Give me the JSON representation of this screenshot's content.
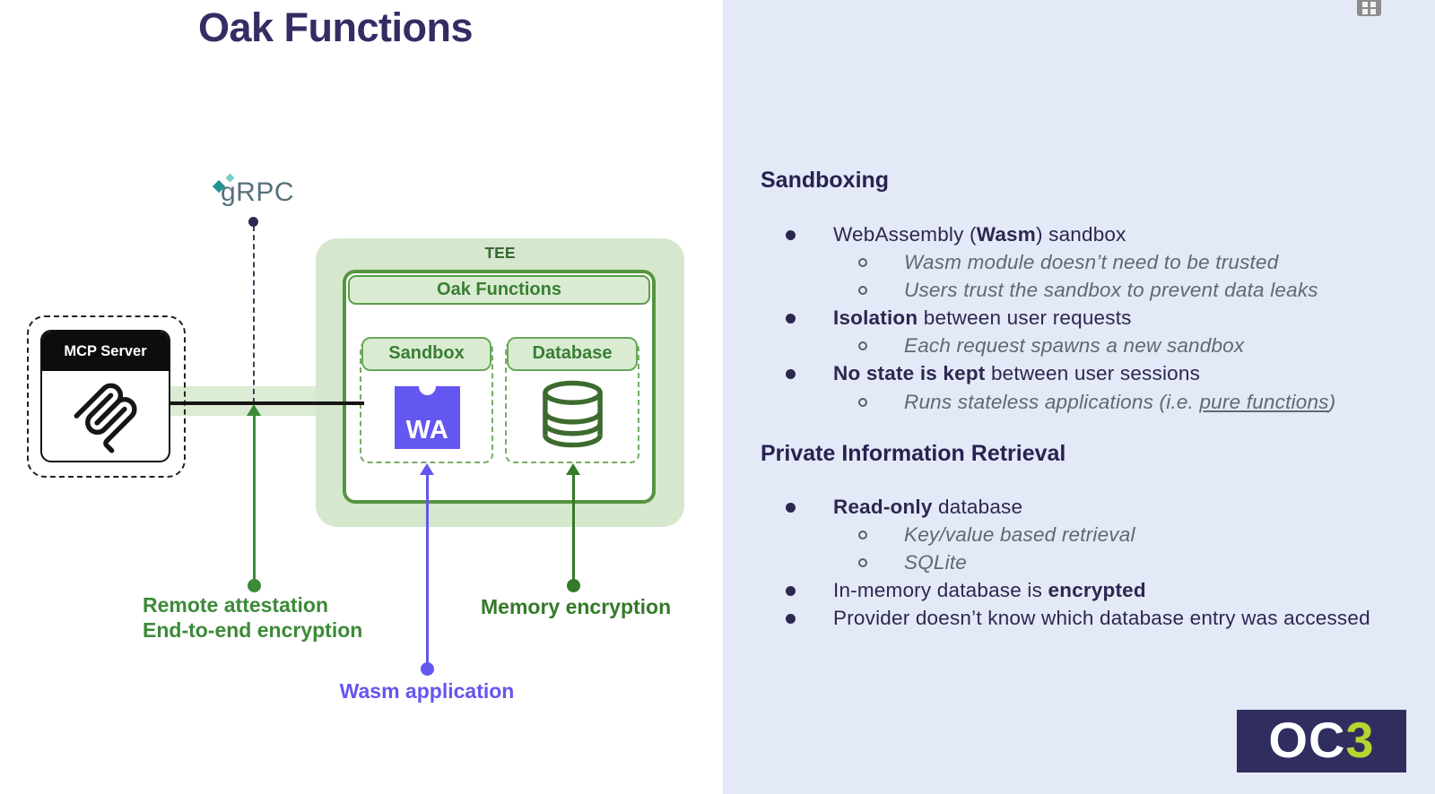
{
  "slide": {
    "title": "Oak Functions"
  },
  "diagram": {
    "grpc_label": "gRPC",
    "mcp_server": {
      "label": "MCP Server"
    },
    "tee": {
      "label": "TEE",
      "oak_functions_label": "Oak Functions",
      "sandbox": {
        "label": "Sandbox",
        "wasm_logo_text": "WA"
      },
      "database": {
        "label": "Database"
      }
    },
    "annotations": {
      "remote_attestation": {
        "line1": "Remote attestation",
        "line2": "End-to-end encryption"
      },
      "wasm_application": {
        "label": "Wasm application"
      },
      "memory_encryption": {
        "label": "Memory encryption"
      }
    }
  },
  "right_panel": {
    "sandboxing": {
      "heading": "Sandboxing",
      "items": [
        {
          "level": 1,
          "pre": "WebAssembly (",
          "bold": "Wasm",
          "post": ") sandbox"
        },
        {
          "level": 2,
          "text": "Wasm module doesn’t need to be trusted"
        },
        {
          "level": 2,
          "text": "Users trust the sandbox to prevent data leaks"
        },
        {
          "level": 1,
          "pre": "",
          "bold": "Isolation",
          "post": " between user requests"
        },
        {
          "level": 2,
          "text": "Each request spawns a new sandbox"
        },
        {
          "level": 1,
          "pre": "",
          "bold": "No state is kept",
          "post": " between user sessions"
        },
        {
          "level": 2,
          "pre": "Runs stateless applications (i.e. ",
          "underline": "pure functions",
          "post": ")"
        }
      ]
    },
    "pir": {
      "heading": "Private Information Retrieval",
      "items": [
        {
          "level": 1,
          "pre": "",
          "bold": "Read-only",
          "post": " database"
        },
        {
          "level": 2,
          "text": "Key/value based retrieval"
        },
        {
          "level": 2,
          "text": "SQLite"
        },
        {
          "level": 1,
          "pre": "In-memory database is ",
          "bold": "encrypted",
          "post": ""
        },
        {
          "level": 1,
          "text": "Provider doesn’t know which database entry was accessed"
        }
      ]
    }
  },
  "footer_logo": {
    "oc": "OC",
    "three": "3"
  },
  "colors": {
    "title_navy": "#332d64",
    "body_navy": "#2b2850",
    "sub_gray": "#62686e",
    "panel_bg": "#e4e9f7",
    "tee_fill": "#d5e7cd",
    "green_border": "#55953f",
    "green_label_text": "#3a7d33",
    "annotation_green": "#3c8a38",
    "annotation_dark_green": "#347a28",
    "wasm_purple": "#6456f0",
    "grpc_teal": "#1f9490",
    "oc3_navy": "#302e5f",
    "oc3_lime": "#b8d431"
  }
}
